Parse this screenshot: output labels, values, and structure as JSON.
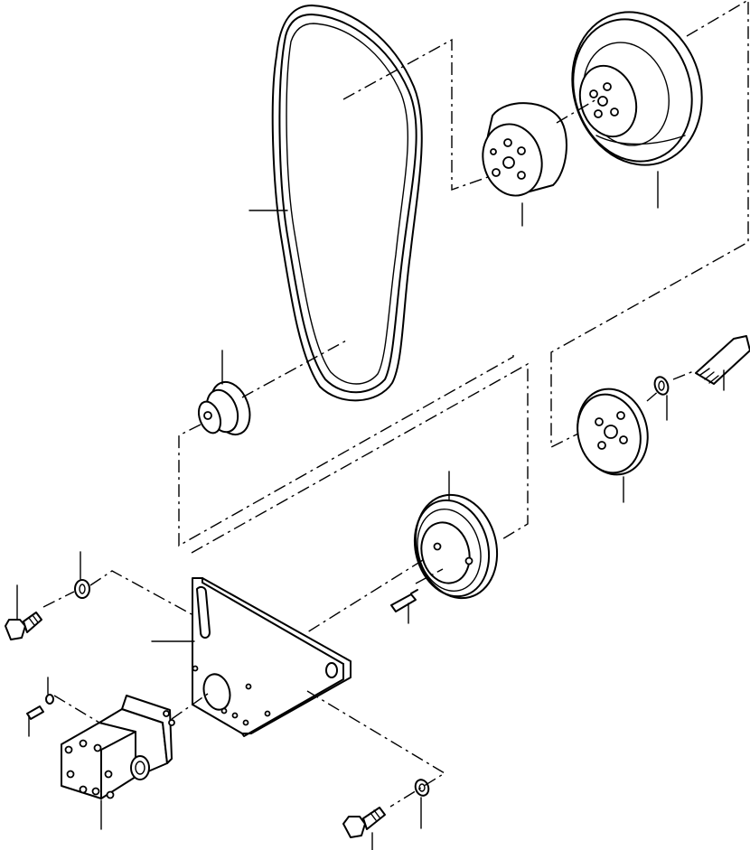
{
  "diagram": {
    "parts": [
      {
        "name": "drive-belt"
      },
      {
        "name": "hub-spacer"
      },
      {
        "name": "large-pulley"
      },
      {
        "name": "small-drive-pulley"
      },
      {
        "name": "bolt"
      },
      {
        "name": "lock-washer"
      },
      {
        "name": "pulley-flange"
      },
      {
        "name": "medium-pulley"
      },
      {
        "name": "mounting-bracket"
      },
      {
        "name": "hydraulic-pump"
      },
      {
        "name": "set-screw"
      }
    ],
    "labels": []
  }
}
